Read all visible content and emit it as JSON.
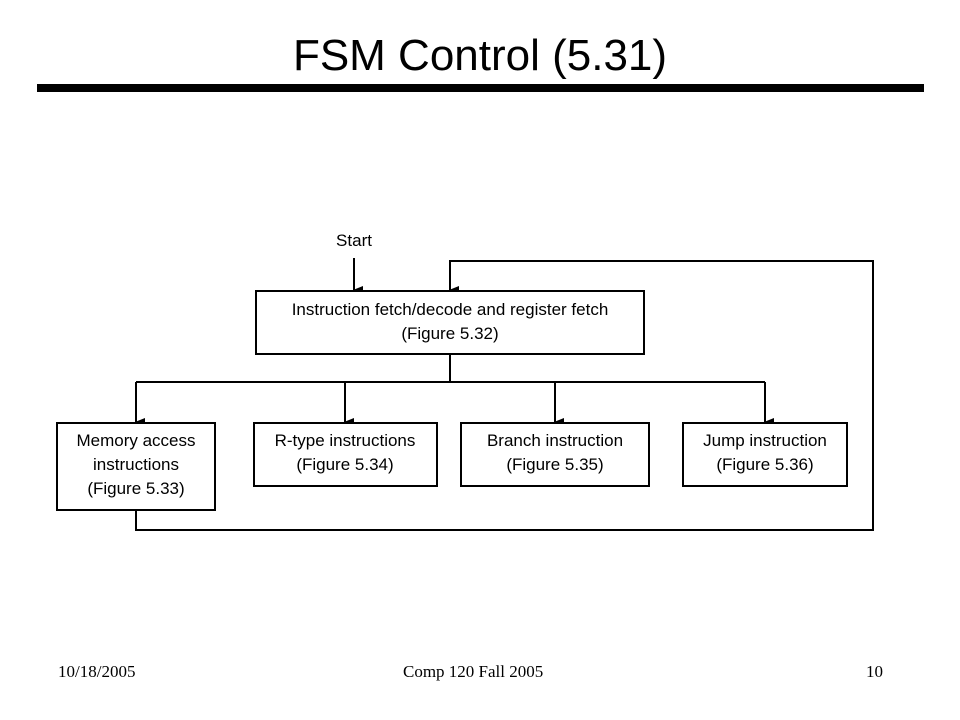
{
  "slide": {
    "title": "FSM Control (5.31)"
  },
  "diagram": {
    "start_label": "Start",
    "fetch_box": {
      "line1": "Instruction fetch/decode and register fetch",
      "line2": "(Figure 5.32)"
    },
    "memory_box": {
      "line1": "Memory access",
      "line2": "instructions",
      "line3": "(Figure 5.33)"
    },
    "rtype_box": {
      "line1": "R-type instructions",
      "line2": "(Figure 5.34)"
    },
    "branch_box": {
      "line1": "Branch instruction",
      "line2": "(Figure 5.35)"
    },
    "jump_box": {
      "line1": "Jump instruction",
      "line2": "(Figure 5.36)"
    }
  },
  "footer": {
    "date": "10/18/2005",
    "course": "Comp 120 Fall 2005",
    "page_number": "10"
  }
}
